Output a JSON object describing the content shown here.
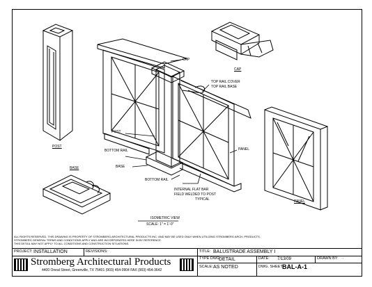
{
  "labels": {
    "post": "POST",
    "cap": "CAP",
    "cap_detail": "CAP",
    "top_rail_cover": "TOP RAIL COVER",
    "top_rail_base": "TOP RAIL BASE",
    "post_callout": "POST",
    "bottom_rail": "BOTTOM RAIL",
    "base_callout": "BASE",
    "bottom_rail_2": "BOTTOM RAIL",
    "panel_callout": "PANEL",
    "internal_flat_bar": "INTERNAL FLAT BAR",
    "field_welded": "FIELD WELDED TO POST",
    "typical": "TYPICAL",
    "base": "BASE",
    "panel": "PANEL",
    "iso_view": "ISOMETRIC VIEW",
    "scale": "SCALE: 1\" = 1'-0\""
  },
  "legal": [
    "ALL RIGHTS RESERVED. THIS DRAWING IS PROPERTY OF STROMBERG ARCHITECTURAL PRODUCTS INC. AND MAY BE USED ONLY WHEN UTILIZING STROMBERG ARCH. PRODUCTS.",
    "STROMBERG GENERAL TERMS AND CONDITIONS APPLY AND ARE INCORPORATED HERE IN BY REFERENCE.",
    "THIS DETAIL MAY NOT APPLY TO ALL CONDITIONS AND CONSTRUCTION SITUATIONS."
  ],
  "title_block": {
    "project_label": "PROJECT:",
    "project_value": "INSTALLATION",
    "revisions_label": "REVISIONS:",
    "company": "Stromberg Architectural Products",
    "address": "4400 Oneal Street, Greenville, TX 75401   (903) 454-0904   FAX (903) 454-3642",
    "title_label": "TITLE:",
    "title_value": "BALUSTRADE ASSEMBLY I",
    "type_label": "TYPE DWG:",
    "type_value": "DETAIL",
    "date_label": "DATE:",
    "date_value": "7/13/09",
    "drawn_label": "DRAWN BY:",
    "drawn_value": ".",
    "scale_label": "SCALE:",
    "scale_value": "AS NOTED",
    "sheet_label": "DWG. SHEET:",
    "sheet_value": "BAL-A-1"
  }
}
